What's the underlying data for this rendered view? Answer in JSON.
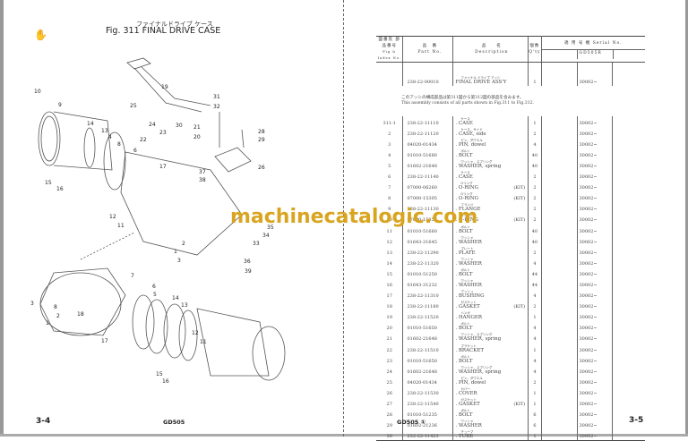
{
  "left_page": {
    "figure_title_jp": "ファイナルドライブ ケース",
    "figure_title": "Fig. 311  FINAL DRIVE CASE",
    "page_number": "3-4",
    "model": "GD505",
    "callouts": [
      "10",
      "9",
      "14",
      "13",
      "4",
      "8",
      "22",
      "23",
      "24",
      "25",
      "19",
      "31",
      "32",
      "21",
      "30",
      "20",
      "28",
      "29",
      "6",
      "17",
      "26",
      "37",
      "38",
      "15",
      "16",
      "12",
      "11",
      "35",
      "34",
      "33",
      "2",
      "1",
      "3",
      "36",
      "39",
      "7",
      "6",
      "5",
      "14",
      "13",
      "3",
      "8",
      "2",
      "1",
      "18",
      "17",
      "12",
      "11",
      "15",
      "16"
    ]
  },
  "right_page": {
    "page_number": "3-5",
    "model": "GD505 ①",
    "headers": {
      "fig_jp": "図番及 部品番号",
      "fig": "Fig & Index No.",
      "part_jp": "品　番",
      "part": "Part No.",
      "desc_jp": "品　　名",
      "desc": "Description",
      "qty_jp": "個数",
      "qty": "Q'ty",
      "serial_jp": "適 用 号 機",
      "serial": "Serial No.",
      "model": "GD505R"
    },
    "assembly": {
      "part": "238-22-00010",
      "kana": "ファイナル ドライブ アッシ",
      "desc": "FINAL DRIVE ASS'Y",
      "qty": "1",
      "serial": "30002~"
    },
    "note_jp": "このアッシの構成部品は第311図から第312図の部品を含みます。",
    "note": "This assembly consists of all parts shown in Fig.311 to Fig.312.",
    "rows": [
      {
        "no": "311-1",
        "part": "238-22-11110",
        "kana": "ケース",
        "desc": ". CASE",
        "kit": "",
        "qty": "1",
        "serial": "30002~"
      },
      {
        "no": "2",
        "part": "238-22-11120",
        "kana": "ケース，サイド",
        "desc": ". CASE, side",
        "kit": "",
        "qty": "2",
        "serial": "30002~"
      },
      {
        "no": "3",
        "part": "04020-01434",
        "kana": "ピン，ダウエル",
        "desc": ". PIN, dowel",
        "kit": "",
        "qty": "4",
        "serial": "30002~"
      },
      {
        "no": "4",
        "part": "01010-51680",
        "kana": "ボルト",
        "desc": ". BOLT",
        "kit": "",
        "qty": "40",
        "serial": "30002~"
      },
      {
        "no": "5",
        "part": "01602-21648",
        "kana": "ワッシャ，スプリング",
        "desc": ". WASHER, spring",
        "kit": "",
        "qty": "40",
        "serial": "30002~"
      },
      {
        "no": "6",
        "part": "238-22-11140",
        "kana": "ケース",
        "desc": ". CASE",
        "kit": "",
        "qty": "2",
        "serial": "30002~"
      },
      {
        "no": "7",
        "part": "07000-06260",
        "kana": "Oリング",
        "desc": ". O-RING",
        "kit": "(KIT)",
        "qty": "2",
        "serial": "30002~"
      },
      {
        "no": "8",
        "part": "07000-15305",
        "kana": "Oリング",
        "desc": ". O-RING",
        "kit": "(KIT)",
        "qty": "2",
        "serial": "30002~"
      },
      {
        "no": "9",
        "part": "238-22-11130",
        "kana": "フランジ",
        "desc": ". FLANGE",
        "kit": "",
        "qty": "2",
        "serial": "30002~"
      },
      {
        "no": "10",
        "part": "07000-15350",
        "kana": "Oリング",
        "desc": ". O-RING",
        "kit": "(KIT)",
        "qty": "2",
        "serial": "30002~"
      },
      {
        "no": "11",
        "part": "01010-51660",
        "kana": "ボルト",
        "desc": ". BOLT",
        "kit": "",
        "qty": "40",
        "serial": "30002~"
      },
      {
        "no": "12",
        "part": "01643-31645",
        "kana": "ワッシャ",
        "desc": ". WASHER",
        "kit": "",
        "qty": "40",
        "serial": "30002~"
      },
      {
        "no": "13",
        "part": "238-22-11290",
        "kana": "プレート",
        "desc": ". PLATE",
        "kit": "",
        "qty": "2",
        "serial": "30002~"
      },
      {
        "no": "14",
        "part": "238-22-11320",
        "kana": "ワッシャ",
        "desc": ". WASHER",
        "kit": "",
        "qty": "4",
        "serial": "30002~"
      },
      {
        "no": "15",
        "part": "01010-51250",
        "kana": "ボルト",
        "desc": ". BOLT",
        "kit": "",
        "qty": "44",
        "serial": "30002~"
      },
      {
        "no": "16",
        "part": "01643-31232",
        "kana": "ワッシャ",
        "desc": ". WASHER",
        "kit": "",
        "qty": "44",
        "serial": "30002~"
      },
      {
        "no": "17",
        "part": "238-22-11310",
        "kana": "ブッシュ",
        "desc": ". BUSHING",
        "kit": "",
        "qty": "4",
        "serial": "30002~"
      },
      {
        "no": "18",
        "part": "238-22-11180",
        "kana": "ガスケット",
        "desc": ". GASKET",
        "kit": "(KIT)",
        "qty": "2",
        "serial": "30002~"
      },
      {
        "no": "19",
        "part": "238-22-11520",
        "kana": "ハンガ",
        "desc": ". HANGER",
        "kit": "",
        "qty": "1",
        "serial": "30002~"
      },
      {
        "no": "20",
        "part": "01010-51650",
        "kana": "ボルト",
        "desc": ". BOLT",
        "kit": "",
        "qty": "4",
        "serial": "30002~"
      },
      {
        "no": "21",
        "part": "01602-21648",
        "kana": "ワッシャ，スプリング",
        "desc": ". WASHER, spring",
        "kit": "",
        "qty": "4",
        "serial": "30002~"
      },
      {
        "no": "22",
        "part": "238-22-11510",
        "kana": "ブラケット",
        "desc": ". BRACKET",
        "kit": "",
        "qty": "1",
        "serial": "30002~"
      },
      {
        "no": "23",
        "part": "01010-51650",
        "kana": "ボルト",
        "desc": ". BOLT",
        "kit": "",
        "qty": "4",
        "serial": "30002~"
      },
      {
        "no": "24",
        "part": "01602-21648",
        "kana": "ワッシャ，スプリング",
        "desc": ". WASHER, spring",
        "kit": "",
        "qty": "4",
        "serial": "30002~"
      },
      {
        "no": "25",
        "part": "04020-01434",
        "kana": "ピン，ダウエル",
        "desc": ". PIN, dowel",
        "kit": "",
        "qty": "2",
        "serial": "30002~"
      },
      {
        "no": "26",
        "part": "238-22-11530",
        "kana": "カバー",
        "desc": ". COVER",
        "kit": "",
        "qty": "1",
        "serial": "30002~"
      },
      {
        "no": "27",
        "part": "238-22-11540",
        "kana": "ガスケット",
        "desc": ". GASKET",
        "kit": "(KIT)",
        "qty": "1",
        "serial": "30002~"
      },
      {
        "no": "28",
        "part": "01010-51235",
        "kana": "ボルト",
        "desc": ". BOLT",
        "kit": "",
        "qty": "6",
        "serial": "30002~"
      },
      {
        "no": "29",
        "part": "01602-21236",
        "kana": "ワッシャ",
        "desc": ". WASHER",
        "kit": "",
        "qty": "6",
        "serial": "30002~"
      },
      {
        "no": "30",
        "part": "232-22-11423",
        "kana": "チューブ",
        "desc": ". TUBE",
        "kit": "",
        "qty": "1",
        "serial": "30002~"
      }
    ]
  },
  "watermark": "machinecatalogic.com",
  "colors": {
    "watermark": "#d9a520",
    "ink": "#333333"
  }
}
